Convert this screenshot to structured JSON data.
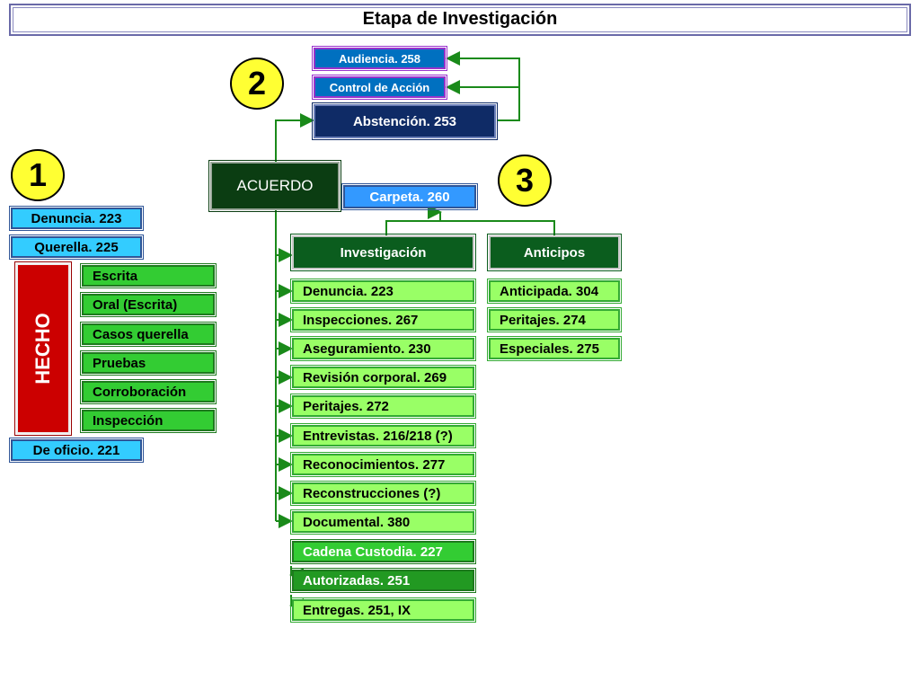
{
  "title": "Etapa de Investigación",
  "markers": [
    "1",
    "2",
    "3"
  ],
  "left": {
    "denuncia": "Denuncia. 223",
    "querella": "Querella. 225",
    "hecho": "HECHO",
    "hecho_items": [
      "Escrita",
      "Oral (Escrita)",
      "Casos querella",
      "Pruebas",
      "Corroboración",
      "Inspección"
    ],
    "de_oficio": "De oficio. 221"
  },
  "top": {
    "audiencia": "Audiencia. 258",
    "control": "Control de Acción",
    "abstencion": "Abstención. 253"
  },
  "acuerdo": "ACUERDO",
  "carpeta": "Carpeta. 260",
  "investigacion": {
    "header": "Investigación",
    "items": [
      "Denuncia. 223",
      "Inspecciones. 267",
      "Aseguramiento. 230",
      "Revisión corporal. 269",
      "Peritajes. 272",
      "Entrevistas. 216/218 (?)",
      "Reconocimientos. 277",
      "Reconstrucciones (?)",
      "Documental. 380"
    ],
    "custodia": "Cadena Custodia. 227",
    "autorizadas": "Autorizadas. 251",
    "entregas": "Entregas. 251, IX"
  },
  "anticipos": {
    "header": "Anticipos",
    "items": [
      "Anticipada. 304",
      "Peritajes. 274",
      "Especiales. 275"
    ]
  },
  "colors": {
    "connector": "#1a8a1a",
    "marker": "#ffff33",
    "hecho": "#cc0000"
  }
}
